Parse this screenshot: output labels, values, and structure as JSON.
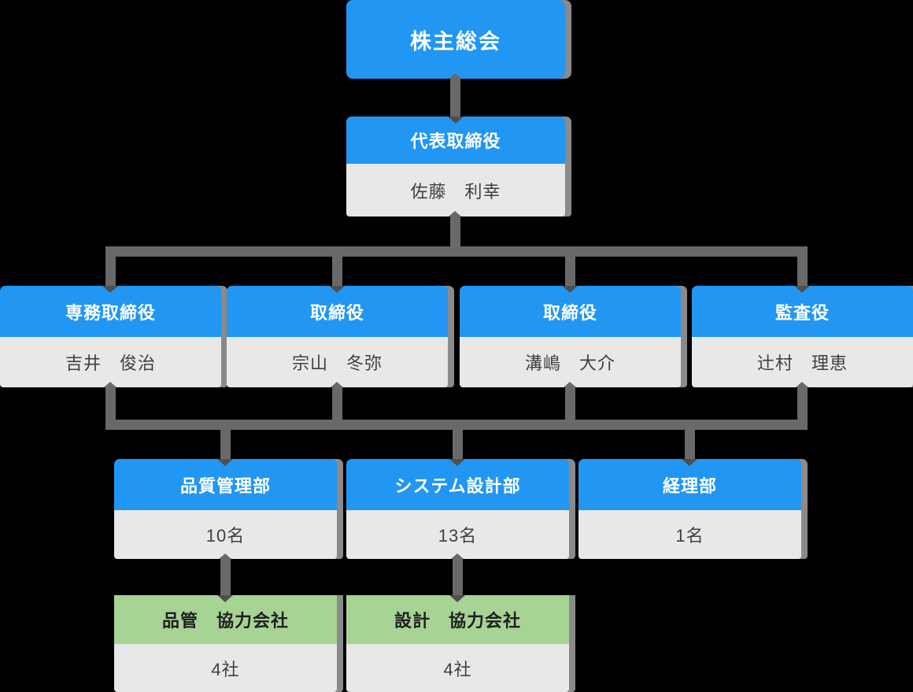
{
  "org_chart": {
    "shareholders_meeting": {
      "title": "株主総会"
    },
    "representative_director": {
      "title": "代表取締役",
      "name": "佐藤　利幸"
    },
    "senior_managing_director": {
      "title": "専務取締役",
      "name": "吉井　俊治"
    },
    "director_muneyama": {
      "title": "取締役",
      "name": "宗山　冬弥"
    },
    "director_mizoshima": {
      "title": "取締役",
      "name": "溝嶋　大介"
    },
    "auditor": {
      "title": "監査役",
      "name": "辻村　理恵"
    },
    "quality_control_dept": {
      "title": "品質管理部",
      "headcount": "10名"
    },
    "system_design_dept": {
      "title": "システム設計部",
      "headcount": "13名"
    },
    "accounting_dept": {
      "title": "経理部",
      "headcount": "1名"
    },
    "qc_partner_companies": {
      "title": "品管　協力会社",
      "count": "4社"
    },
    "design_partner_companies": {
      "title": "設計　協力会社",
      "count": "4社"
    }
  },
  "connections": [
    {
      "from": "shareholders_meeting",
      "to": "representative_director"
    },
    {
      "from": "representative_director",
      "to": [
        "senior_managing_director",
        "director_muneyama",
        "director_mizoshima",
        "auditor"
      ]
    },
    {
      "from": [
        "senior_managing_director",
        "director_muneyama",
        "director_mizoshima",
        "auditor"
      ],
      "to": [
        "quality_control_dept",
        "system_design_dept",
        "accounting_dept"
      ]
    },
    {
      "from": "quality_control_dept",
      "to": "qc_partner_companies"
    },
    {
      "from": "system_design_dept",
      "to": "design_partner_companies"
    }
  ],
  "colors": {
    "background": "#000000",
    "header_blue": "#2196f3",
    "partner_green": "#a7d394",
    "body_gray": "#e8e8e8",
    "header_text": "#ffffff",
    "partner_text": "#1f1f1f",
    "body_text": "#404040",
    "connector": "#696969",
    "arrow": "#4f4f4f",
    "shadow": "#8a8a8a"
  }
}
